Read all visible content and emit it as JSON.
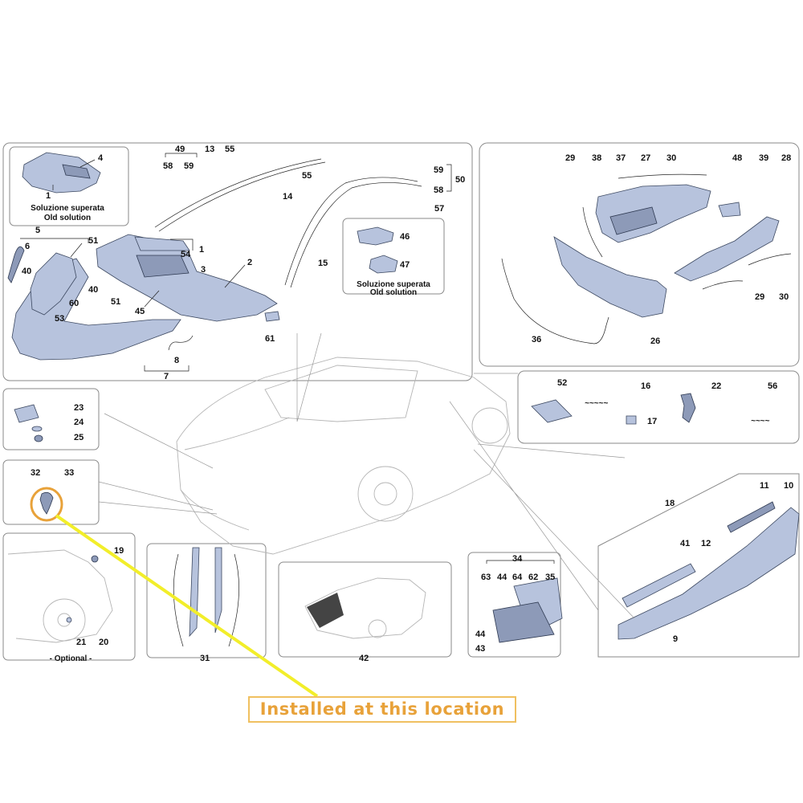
{
  "colors": {
    "part_fill": "#b7c3dd",
    "part_stroke": "#3c4860",
    "highlight_circle": "#e8a23a",
    "pointer_line": "#f2ee2a",
    "label_text": "#e8a23a",
    "label_border": "#f0c060"
  },
  "captions": {
    "old_solution_1_it": "Soluzione superata",
    "old_solution_1_en": "Old solution",
    "old_solution_2_it": "Soluzione superata",
    "old_solution_2_en": "Old solution",
    "optional": "- Optional -"
  },
  "installed_label": "Installed at this location",
  "callouts": {
    "n1a": "1",
    "n4": "4",
    "n1b": "1",
    "n54": "54",
    "n3": "3",
    "n2": "2",
    "n5": "5",
    "n6": "6",
    "n51a": "51",
    "n40a": "40",
    "n40b": "40",
    "n60": "60",
    "n53": "53",
    "n51b": "51",
    "n45": "45",
    "n8": "8",
    "n7": "7",
    "n49": "49",
    "n13": "13",
    "n55a": "55",
    "n58a": "58",
    "n59a": "59",
    "n14": "14",
    "n55b": "55",
    "n15": "15",
    "n61": "61",
    "n59b": "59",
    "n58b": "58",
    "n50": "50",
    "n57": "57",
    "n46": "46",
    "n47": "47",
    "n29a": "29",
    "n38": "38",
    "n37": "37",
    "n27": "27",
    "n30a": "30",
    "n48": "48",
    "n39": "39",
    "n28": "28",
    "n36": "36",
    "n26": "26",
    "n29b": "29",
    "n30b": "30",
    "n52": "52",
    "n16": "16",
    "n17": "17",
    "n22": "22",
    "n56": "56",
    "n18": "18",
    "n23": "23",
    "n24": "24",
    "n25": "25",
    "n32": "32",
    "n33": "33",
    "n19": "19",
    "n21": "21",
    "n20": "20",
    "n31": "31",
    "n42": "42",
    "n34": "34",
    "n63": "63",
    "n44a": "44",
    "n64": "64",
    "n62": "62",
    "n35": "35",
    "n44b": "44",
    "n43": "43",
    "n11": "11",
    "n10": "10",
    "n41": "41",
    "n12": "12",
    "n9": "9"
  }
}
